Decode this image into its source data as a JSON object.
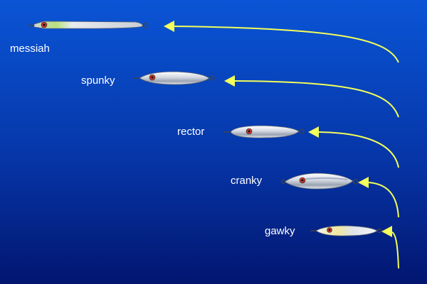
{
  "colors": {
    "arrow": "#f3ff5a",
    "background_top": "#0a55d6",
    "background_bottom": "#021670",
    "label": "#ffffff"
  },
  "lures": [
    {
      "name": "messiah",
      "icon": "long-slim-jig-icon"
    },
    {
      "name": "spunky",
      "icon": "slim-jig-icon"
    },
    {
      "name": "rector",
      "icon": "medium-jig-icon"
    },
    {
      "name": "cranky",
      "icon": "wide-jig-icon"
    },
    {
      "name": "gawky",
      "icon": "short-jig-icon"
    }
  ]
}
